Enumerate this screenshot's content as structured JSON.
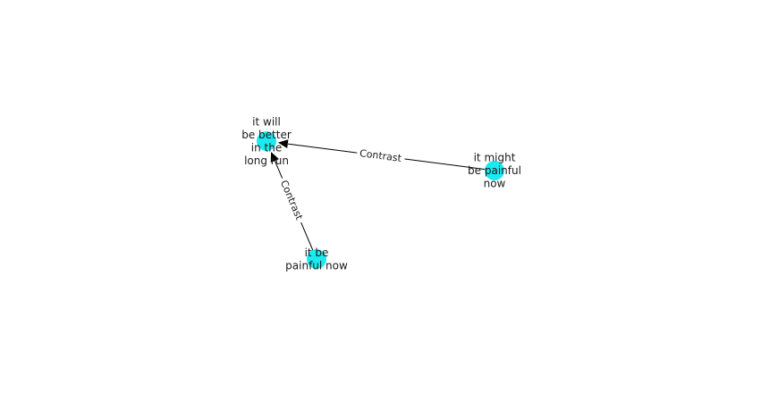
{
  "graph": {
    "node_color": "#1de9f0",
    "edge_color": "#000000",
    "nodes": [
      {
        "id": "n1",
        "label_lines": [
          "it will",
          "be better",
          "in the",
          "long run"
        ]
      },
      {
        "id": "n2",
        "label_lines": [
          "it might",
          "be painful",
          "now"
        ]
      },
      {
        "id": "n3",
        "label_lines": [
          "it be",
          "painful now"
        ]
      }
    ],
    "edges": [
      {
        "from": "n2",
        "to": "n1",
        "label": "Contrast"
      },
      {
        "from": "n3",
        "to": "n1",
        "label": "Contrast"
      }
    ]
  }
}
